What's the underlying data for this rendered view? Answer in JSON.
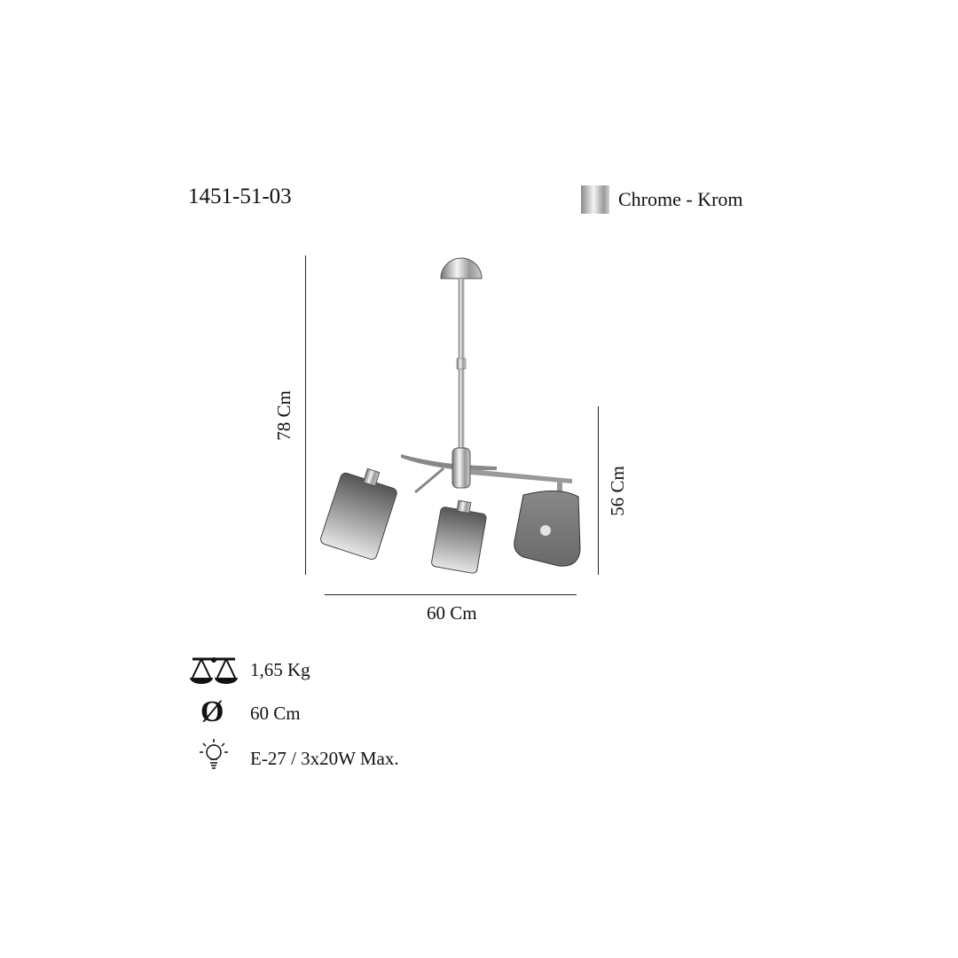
{
  "product": {
    "code": "1451-51-03",
    "finish": "Chrome - Krom",
    "finish_color": "#c0c0c0"
  },
  "dimensions": {
    "height_total": "78 Cm",
    "height_body": "56 Cm",
    "width": "60 Cm"
  },
  "specs": [
    {
      "icon": "scale-icon",
      "text": "1,65 Kg"
    },
    {
      "icon": "diameter-icon",
      "text": "60 Cm"
    },
    {
      "icon": "bulb-icon",
      "text": "E-27 / 3x20W Max."
    }
  ]
}
